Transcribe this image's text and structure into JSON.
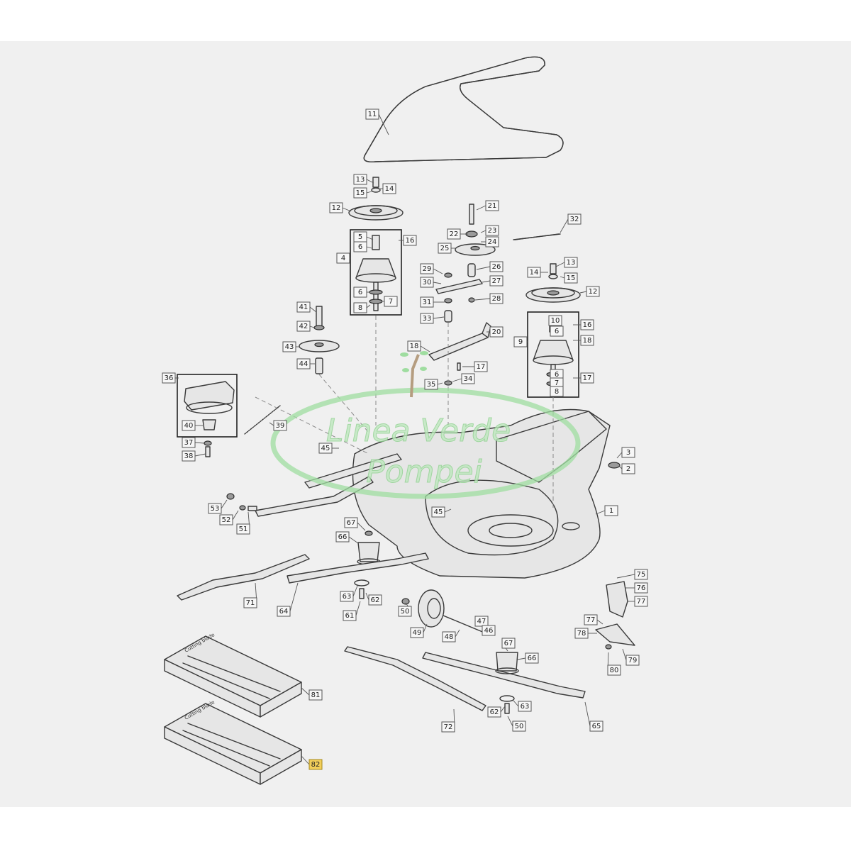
{
  "diagram": {
    "background_color": "#f0f0f0",
    "highlight_color": "#f2cf5a",
    "watermark_color": "#9fdda0",
    "watermark": {
      "line1": "Linea Verde",
      "line2": "Pompei"
    },
    "box_texts": [
      "Cutting blade",
      "Cutting blade"
    ],
    "callouts": [
      {
        "id": "11",
        "label": "11"
      },
      {
        "id": "13a",
        "label": "13"
      },
      {
        "id": "14a",
        "label": "14"
      },
      {
        "id": "15a",
        "label": "15"
      },
      {
        "id": "12a",
        "label": "12"
      },
      {
        "id": "5",
        "label": "5"
      },
      {
        "id": "6a",
        "label": "6"
      },
      {
        "id": "16a",
        "label": "16"
      },
      {
        "id": "4",
        "label": "4"
      },
      {
        "id": "6b",
        "label": "6"
      },
      {
        "id": "7a",
        "label": "7"
      },
      {
        "id": "8a",
        "label": "8"
      },
      {
        "id": "21",
        "label": "21"
      },
      {
        "id": "22",
        "label": "22"
      },
      {
        "id": "23",
        "label": "23"
      },
      {
        "id": "24",
        "label": "24"
      },
      {
        "id": "25",
        "label": "25"
      },
      {
        "id": "26",
        "label": "26"
      },
      {
        "id": "27",
        "label": "27"
      },
      {
        "id": "28",
        "label": "28"
      },
      {
        "id": "29",
        "label": "29"
      },
      {
        "id": "30",
        "label": "30"
      },
      {
        "id": "31",
        "label": "31"
      },
      {
        "id": "33",
        "label": "33"
      },
      {
        "id": "32",
        "label": "32"
      },
      {
        "id": "13b",
        "label": "13"
      },
      {
        "id": "14b",
        "label": "14"
      },
      {
        "id": "15b",
        "label": "15"
      },
      {
        "id": "12b",
        "label": "12"
      },
      {
        "id": "10",
        "label": "10"
      },
      {
        "id": "6c",
        "label": "6"
      },
      {
        "id": "16b",
        "label": "16"
      },
      {
        "id": "9",
        "label": "9"
      },
      {
        "id": "18a",
        "label": "18"
      },
      {
        "id": "6d",
        "label": "6"
      },
      {
        "id": "7b",
        "label": "7"
      },
      {
        "id": "8b",
        "label": "8"
      },
      {
        "id": "17a",
        "label": "17"
      },
      {
        "id": "20",
        "label": "20"
      },
      {
        "id": "18b",
        "label": "18"
      },
      {
        "id": "17b",
        "label": "17"
      },
      {
        "id": "35",
        "label": "35"
      },
      {
        "id": "34",
        "label": "34"
      },
      {
        "id": "41",
        "label": "41"
      },
      {
        "id": "42",
        "label": "42"
      },
      {
        "id": "43",
        "label": "43"
      },
      {
        "id": "44",
        "label": "44"
      },
      {
        "id": "36",
        "label": "36"
      },
      {
        "id": "40",
        "label": "40"
      },
      {
        "id": "39",
        "label": "39"
      },
      {
        "id": "37",
        "label": "37"
      },
      {
        "id": "38",
        "label": "38"
      },
      {
        "id": "45a",
        "label": "45"
      },
      {
        "id": "3",
        "label": "3"
      },
      {
        "id": "2",
        "label": "2"
      },
      {
        "id": "1",
        "label": "1"
      },
      {
        "id": "45b",
        "label": "45"
      },
      {
        "id": "53",
        "label": "53"
      },
      {
        "id": "52",
        "label": "52"
      },
      {
        "id": "51",
        "label": "51"
      },
      {
        "id": "67a",
        "label": "67"
      },
      {
        "id": "66a",
        "label": "66"
      },
      {
        "id": "71",
        "label": "71"
      },
      {
        "id": "64",
        "label": "64"
      },
      {
        "id": "63a",
        "label": "63"
      },
      {
        "id": "62a",
        "label": "62"
      },
      {
        "id": "61",
        "label": "61"
      },
      {
        "id": "50a",
        "label": "50"
      },
      {
        "id": "49",
        "label": "49"
      },
      {
        "id": "47",
        "label": "47"
      },
      {
        "id": "46",
        "label": "46"
      },
      {
        "id": "48",
        "label": "48"
      },
      {
        "id": "75",
        "label": "75"
      },
      {
        "id": "76",
        "label": "76"
      },
      {
        "id": "77a",
        "label": "77"
      },
      {
        "id": "77b",
        "label": "77"
      },
      {
        "id": "78",
        "label": "78"
      },
      {
        "id": "79",
        "label": "79"
      },
      {
        "id": "80",
        "label": "80"
      },
      {
        "id": "67b",
        "label": "67"
      },
      {
        "id": "66b",
        "label": "66"
      },
      {
        "id": "63b",
        "label": "63"
      },
      {
        "id": "62b",
        "label": "62"
      },
      {
        "id": "50b",
        "label": "50"
      },
      {
        "id": "72",
        "label": "72"
      },
      {
        "id": "65",
        "label": "65"
      },
      {
        "id": "81",
        "label": "81"
      },
      {
        "id": "82",
        "label": "82",
        "highlighted": true
      }
    ]
  }
}
